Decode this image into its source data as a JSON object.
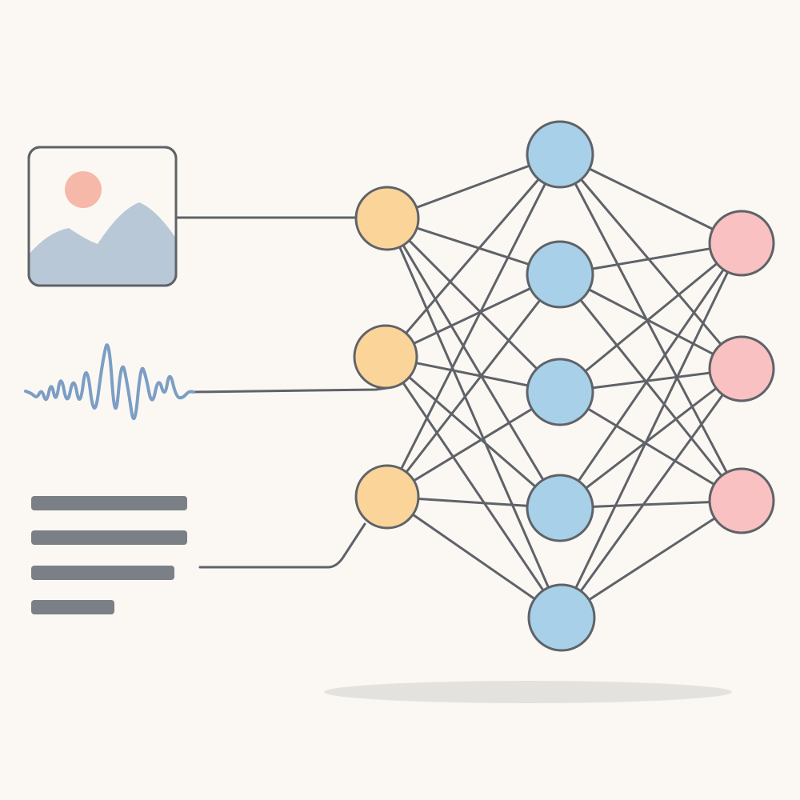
{
  "colors": {
    "background": "#fbf8f4",
    "stroke": "#5f6368",
    "input_node": "#fbd49a",
    "hidden_node": "#a8d0e8",
    "output_node": "#f9c1c1",
    "image_sun": "#f6b8a8",
    "image_mountain": "#b8c8d6",
    "waveform": "#7c9ec4",
    "text_bar": "#7b7f86",
    "shadow": "#e4e2df"
  },
  "icons": {
    "image": "image-icon",
    "audio": "waveform-icon",
    "text": "text-lines-icon"
  },
  "network": {
    "layers": [
      {
        "role": "input",
        "node_count": 3
      },
      {
        "role": "hidden",
        "node_count": 5
      },
      {
        "role": "output",
        "node_count": 3
      }
    ],
    "fully_connected": true
  }
}
